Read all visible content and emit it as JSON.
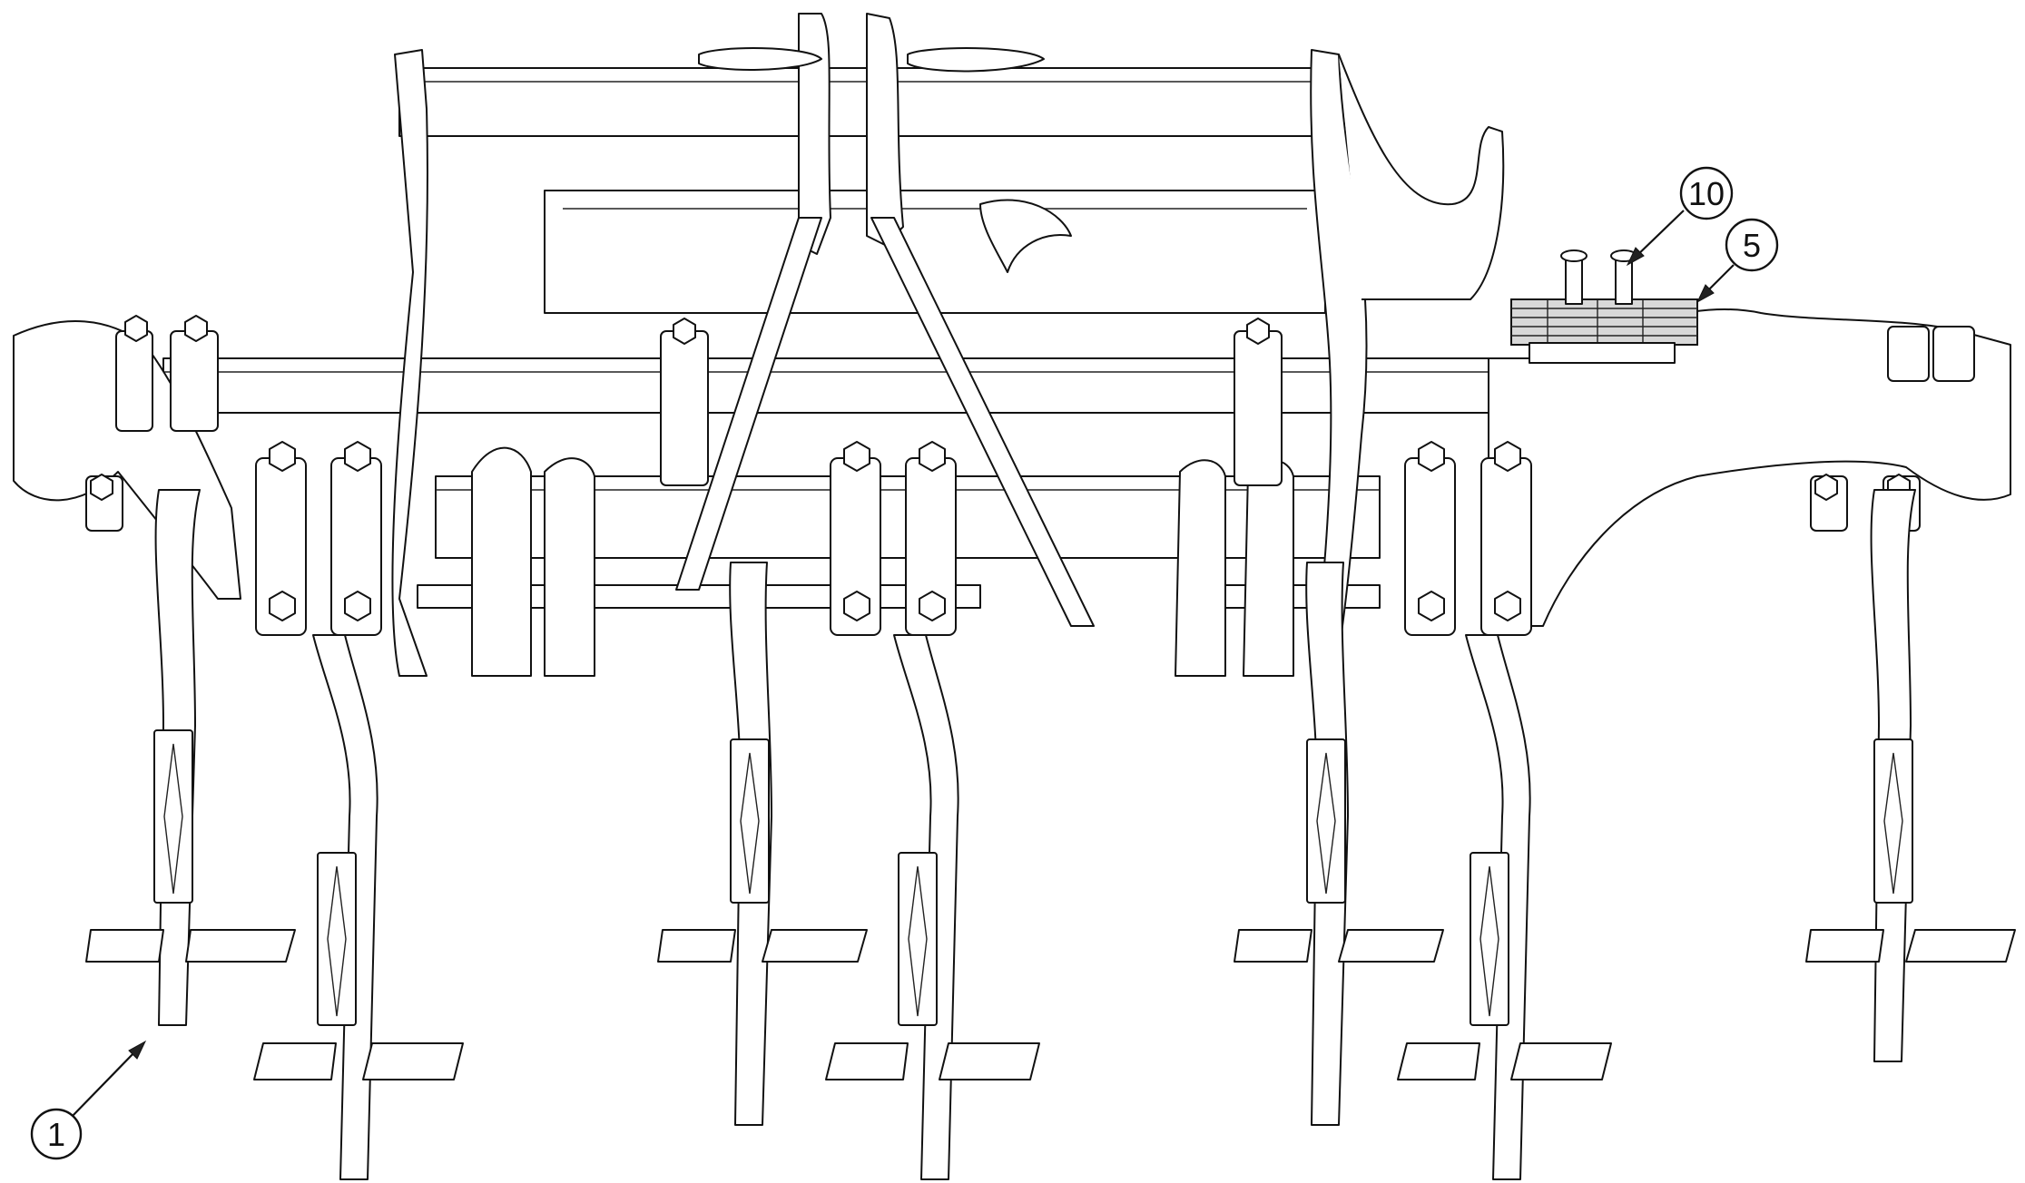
{
  "callouts": [
    {
      "label": "1"
    },
    {
      "label": "10"
    },
    {
      "label": "5"
    }
  ],
  "colors": {
    "line": "#111111",
    "background": "#ffffff"
  }
}
